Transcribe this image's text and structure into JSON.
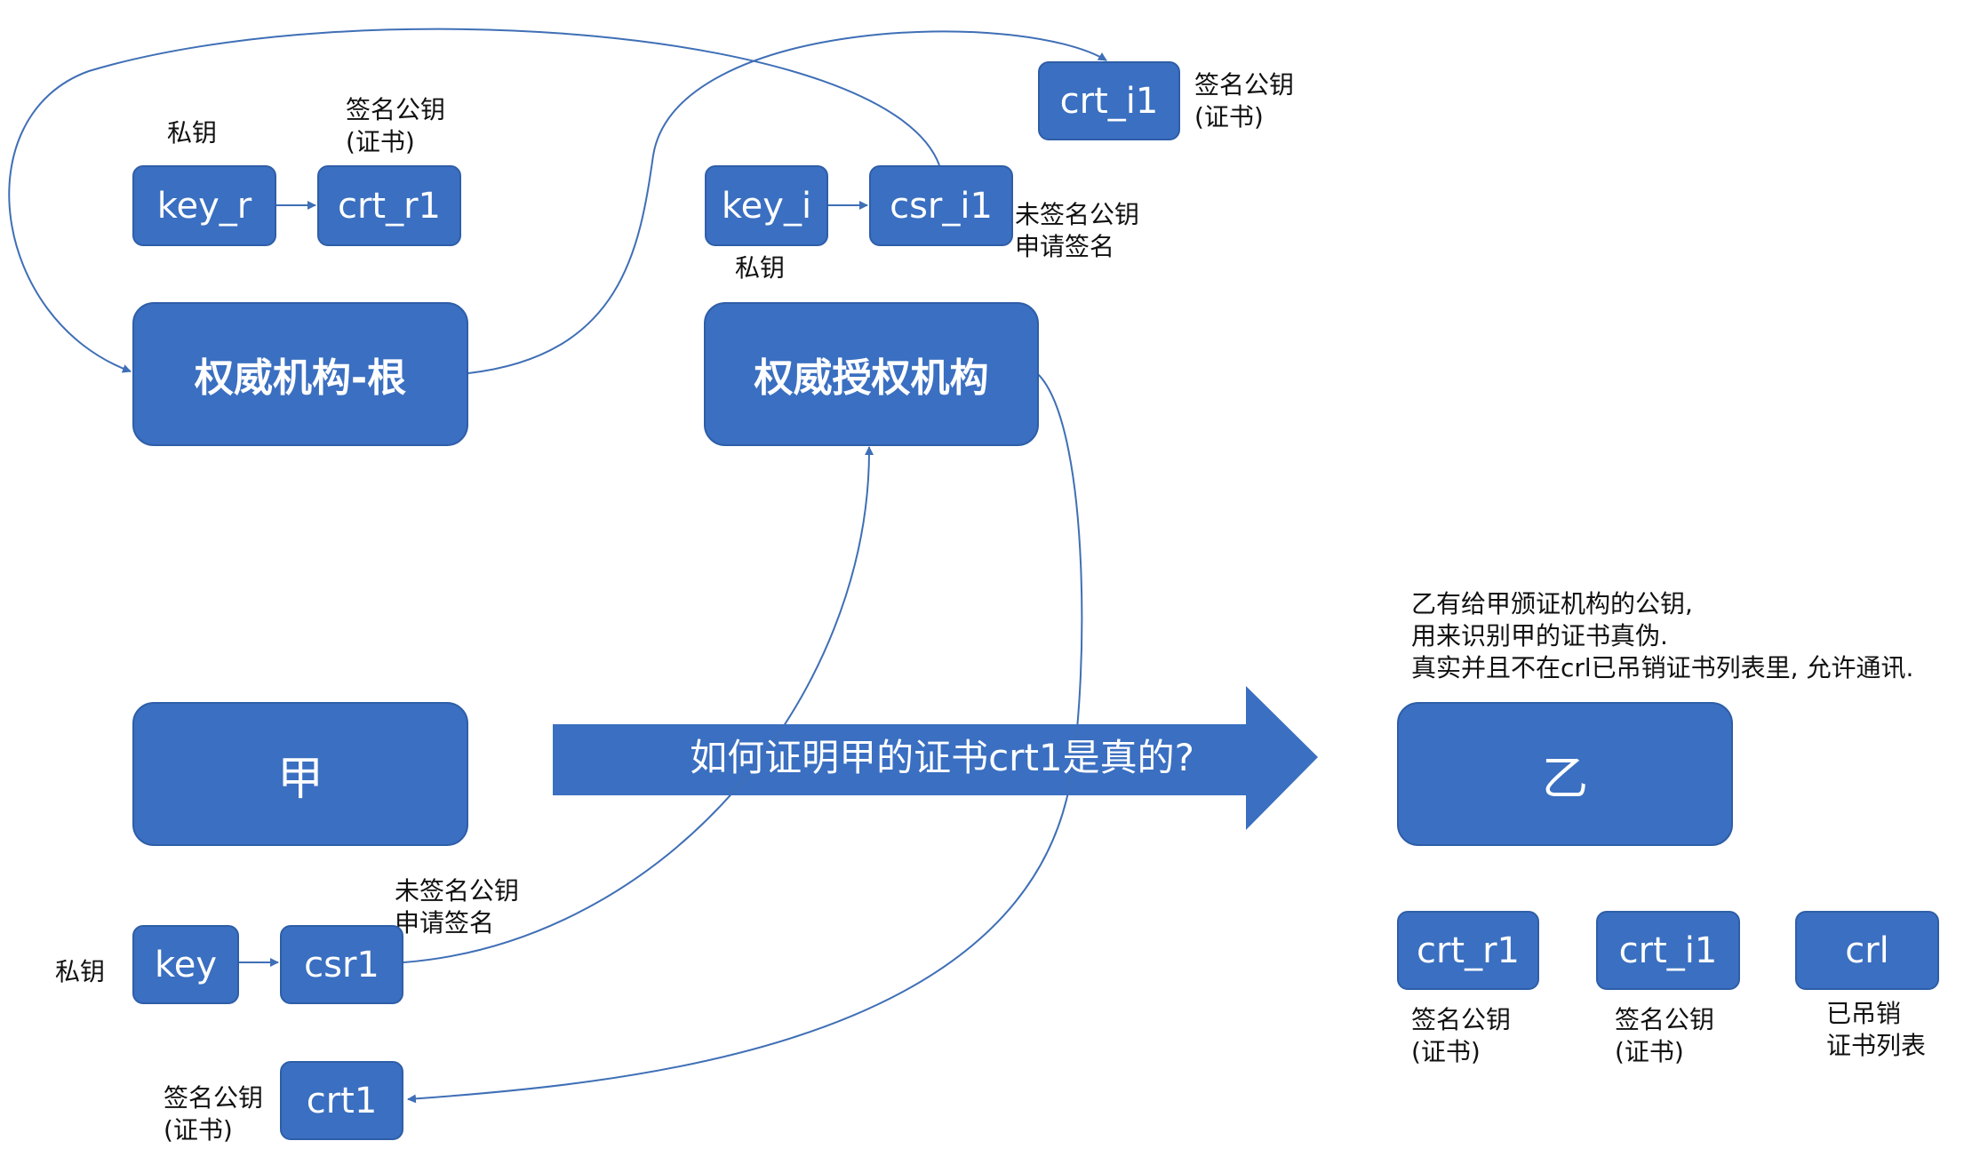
{
  "nodes": {
    "crt_i1_top": "crt_i1",
    "key_r": "key_r",
    "crt_r1_top": "crt_r1",
    "key_i": "key_i",
    "csr_i1": "csr_i1",
    "root_ca": "权威机构-根",
    "intermediate_ca": "权威授权机构",
    "jia": "甲",
    "yi": "乙",
    "key": "key",
    "csr1": "csr1",
    "crt1": "crt1",
    "crt_r1_bottom": "crt_r1",
    "crt_i1_bottom": "crt_i1",
    "crl": "crl"
  },
  "labels": {
    "private_key_r": "私钥",
    "signed_pubkey_r1_l1": "签名公钥",
    "signed_pubkey_r1_l2": "(证书)",
    "signed_pubkey_i1_l1": "签名公钥",
    "signed_pubkey_i1_l2": "(证书)",
    "unsigned_i1_l1": "未签名公钥",
    "unsigned_i1_l2": "申请签名",
    "private_key_i": "私钥",
    "yi_note_l1": "乙有给甲颁证机构的公钥,",
    "yi_note_l2": "用来识别甲的证书真伪.",
    "yi_note_l3": "真实并且不在crl已吊销证书列表里, 允许通讯.",
    "unsigned_csr1_l1": "未签名公钥",
    "unsigned_csr1_l2": "申请签名",
    "private_key": "私钥",
    "signed_crt1_l1": "签名公钥",
    "signed_crt1_l2": "(证书)",
    "bottom_crt_r1_l1": "签名公钥",
    "bottom_crt_r1_l2": "(证书)",
    "bottom_crt_i1_l1": "签名公钥",
    "bottom_crt_i1_l2": "(证书)",
    "crl_l1": "已吊销",
    "crl_l2": "证书列表"
  },
  "big_arrow_text": "如何证明甲的证书crt1是真的?",
  "colors": {
    "box_fill": "#3a6fc1",
    "line": "#3f6fb6"
  }
}
